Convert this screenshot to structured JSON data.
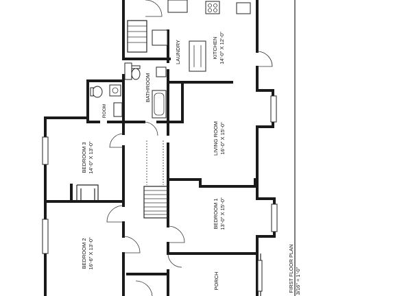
{
  "plan": {
    "rooms": [
      {
        "id": "kitchen",
        "name": "KITCHEN",
        "size": "14'-0\" X 12'-0\""
      },
      {
        "id": "laundry",
        "name": "LAUNDRY",
        "size": ""
      },
      {
        "id": "bathroom",
        "name": "BATHROOM",
        "size": ""
      },
      {
        "id": "living-room",
        "name": "LIVING ROOM",
        "size": "16'-0\" X 15'-0\""
      },
      {
        "id": "bedroom-3",
        "name": "BEDROOM 3",
        "size": "14'-0\" X 13'-0\""
      },
      {
        "id": "bedroom-1",
        "name": "BEDROOM 1",
        "size": "13'-0\" X 15'-0\""
      },
      {
        "id": "bedroom-2",
        "name": "BEDROOM 2",
        "size": "16'-6\" X 13'-0\""
      },
      {
        "id": "porch",
        "name": "PORCH",
        "size": ""
      }
    ],
    "small_label": "ROOM",
    "title": "FIRST FLOOR PLAN",
    "scale": "3/16\" = 1'-0\""
  }
}
